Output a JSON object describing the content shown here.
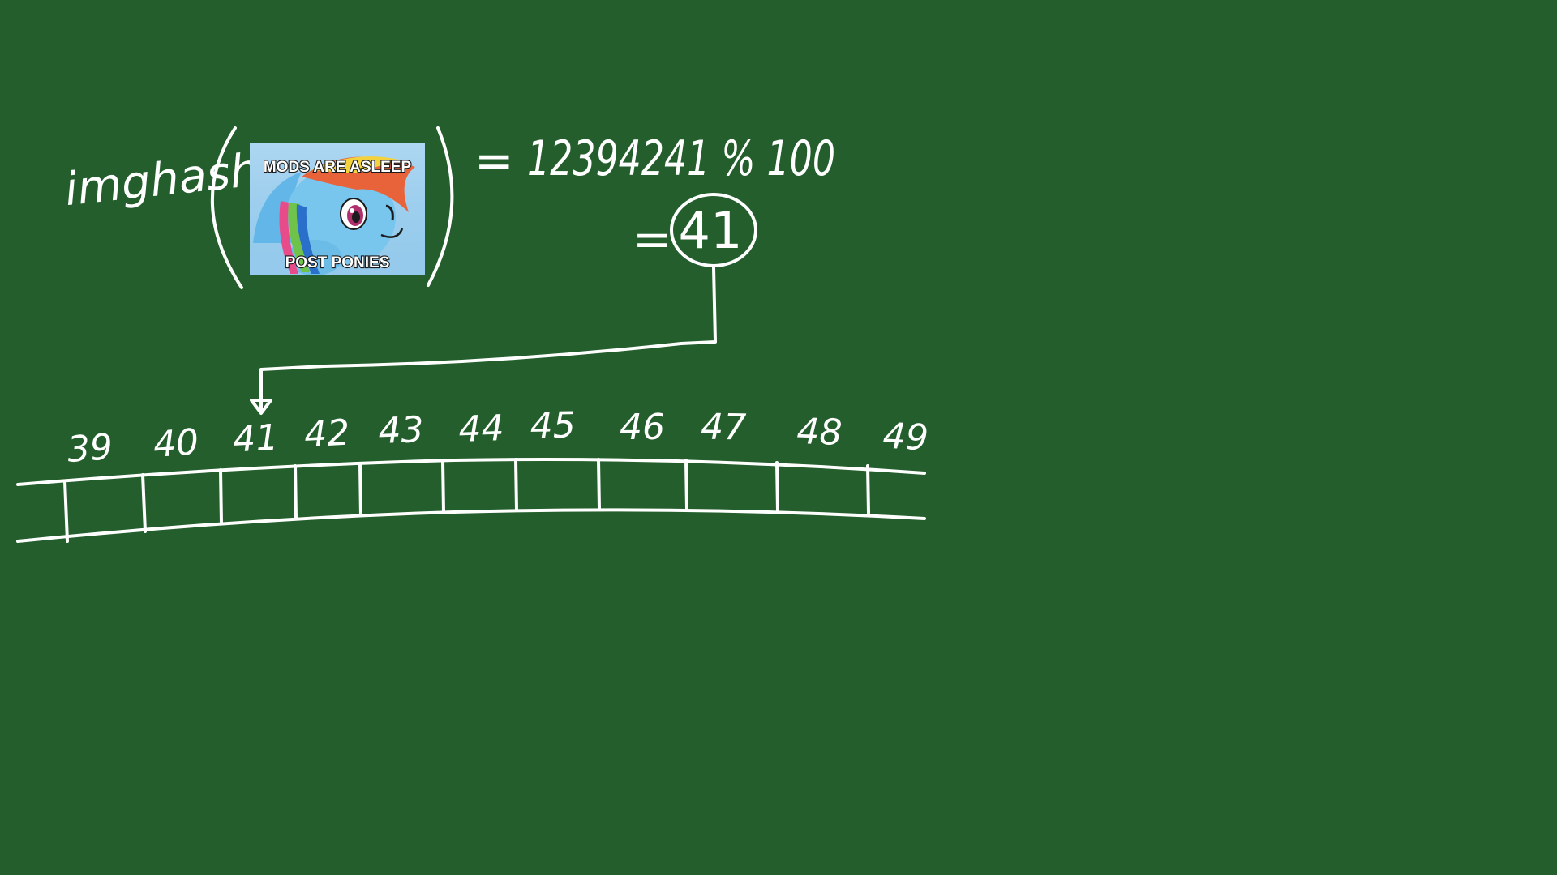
{
  "colors": {
    "board": "#235e2c",
    "chalk": "#ffffff",
    "meme_sky": "#9fd0ee",
    "meme_pony": "#78c6ee"
  },
  "equation": {
    "function_name": "imghash",
    "equals_sign": "=",
    "hash_expression": "12394241 % 100",
    "result_equals": "=",
    "result": "41"
  },
  "meme_image": {
    "icon": "rainbow-dash-meme-image",
    "top_caption": "MODS ARE ASLEEP",
    "bottom_caption": "POST PONIES"
  },
  "array": {
    "indices": [
      "39",
      "40",
      "41",
      "42",
      "43",
      "44",
      "45",
      "46",
      "47",
      "48",
      "49"
    ],
    "highlighted_index": "41"
  }
}
